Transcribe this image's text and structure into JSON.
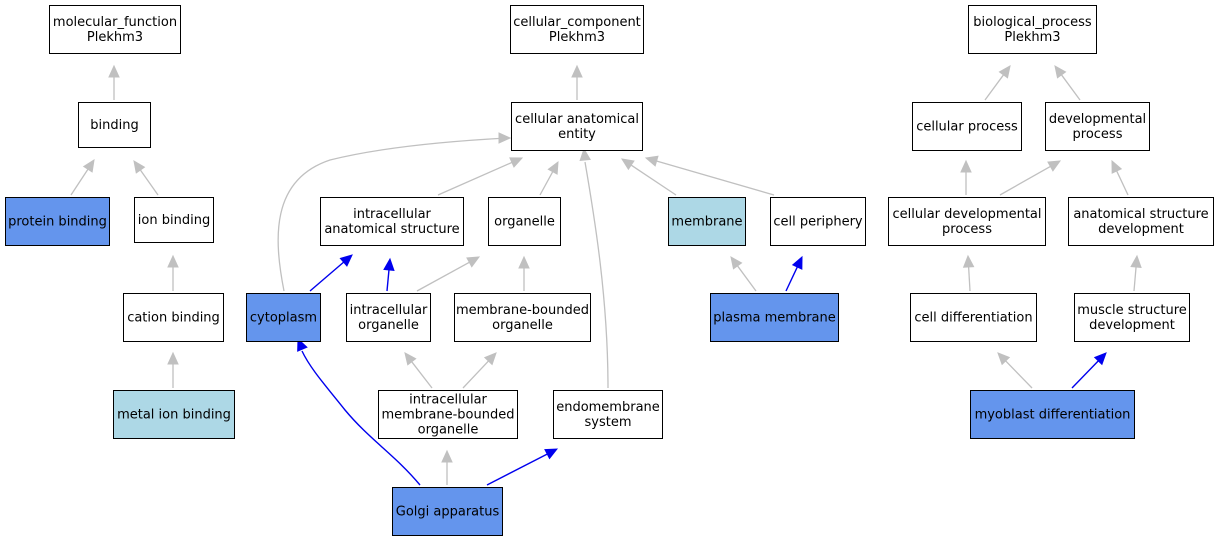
{
  "colors": {
    "plain": "#ffffff",
    "light": "#add8e6",
    "strong": "#6495ed",
    "edge_gray": "#c0c0c0",
    "edge_blue": "#0000ee"
  },
  "nodes": [
    {
      "id": "mf_root",
      "lines": [
        "molecular_function",
        "Plekhm3"
      ],
      "fill": "plain"
    },
    {
      "id": "binding",
      "lines": [
        "binding"
      ],
      "fill": "plain"
    },
    {
      "id": "protein_binding",
      "lines": [
        "protein binding"
      ],
      "fill": "strong"
    },
    {
      "id": "ion_binding",
      "lines": [
        "ion binding"
      ],
      "fill": "plain"
    },
    {
      "id": "cation_binding",
      "lines": [
        "cation binding"
      ],
      "fill": "plain"
    },
    {
      "id": "metal_ion_binding",
      "lines": [
        "metal ion binding"
      ],
      "fill": "light"
    },
    {
      "id": "cc_root",
      "lines": [
        "cellular_component",
        "Plekhm3"
      ],
      "fill": "plain"
    },
    {
      "id": "cae",
      "lines": [
        "cellular anatomical",
        "entity"
      ],
      "fill": "plain"
    },
    {
      "id": "ias",
      "lines": [
        "intracellular",
        "anatomical structure"
      ],
      "fill": "plain"
    },
    {
      "id": "organelle",
      "lines": [
        "organelle"
      ],
      "fill": "plain"
    },
    {
      "id": "membrane",
      "lines": [
        "membrane"
      ],
      "fill": "light"
    },
    {
      "id": "cell_periphery",
      "lines": [
        "cell periphery"
      ],
      "fill": "plain"
    },
    {
      "id": "cytoplasm",
      "lines": [
        "cytoplasm"
      ],
      "fill": "strong"
    },
    {
      "id": "io",
      "lines": [
        "intracellular",
        "organelle"
      ],
      "fill": "plain"
    },
    {
      "id": "mbo",
      "lines": [
        "membrane-bounded",
        "organelle"
      ],
      "fill": "plain"
    },
    {
      "id": "pm",
      "lines": [
        "plasma membrane"
      ],
      "fill": "strong"
    },
    {
      "id": "imbo",
      "lines": [
        "intracellular",
        "membrane-bounded",
        "organelle"
      ],
      "fill": "plain"
    },
    {
      "id": "endo",
      "lines": [
        "endomembrane",
        "system"
      ],
      "fill": "plain"
    },
    {
      "id": "golgi",
      "lines": [
        "Golgi apparatus"
      ],
      "fill": "strong"
    },
    {
      "id": "bp_root",
      "lines": [
        "biological_process",
        "Plekhm3"
      ],
      "fill": "plain"
    },
    {
      "id": "cell_proc",
      "lines": [
        "cellular process"
      ],
      "fill": "plain"
    },
    {
      "id": "dev_proc",
      "lines": [
        "developmental",
        "process"
      ],
      "fill": "plain"
    },
    {
      "id": "cdp",
      "lines": [
        "cellular developmental",
        "process"
      ],
      "fill": "plain"
    },
    {
      "id": "asd",
      "lines": [
        "anatomical structure",
        "development"
      ],
      "fill": "plain"
    },
    {
      "id": "cell_diff",
      "lines": [
        "cell differentiation"
      ],
      "fill": "plain"
    },
    {
      "id": "msd",
      "lines": [
        "muscle structure",
        "development"
      ],
      "fill": "plain"
    },
    {
      "id": "myo",
      "lines": [
        "myoblast differentiation"
      ],
      "fill": "strong"
    }
  ],
  "edges": [
    {
      "from": "binding",
      "to": "mf_root",
      "color": "gray"
    },
    {
      "from": "protein_binding",
      "to": "binding",
      "color": "gray"
    },
    {
      "from": "ion_binding",
      "to": "binding",
      "color": "gray"
    },
    {
      "from": "cation_binding",
      "to": "ion_binding",
      "color": "gray"
    },
    {
      "from": "metal_ion_binding",
      "to": "cation_binding",
      "color": "gray"
    },
    {
      "from": "cae",
      "to": "cc_root",
      "color": "gray"
    },
    {
      "from": "ias",
      "to": "cae",
      "color": "gray"
    },
    {
      "from": "organelle",
      "to": "cae",
      "color": "gray"
    },
    {
      "from": "membrane",
      "to": "cae",
      "color": "gray"
    },
    {
      "from": "cell_periphery",
      "to": "cae",
      "color": "gray"
    },
    {
      "from": "cytoplasm",
      "to": "cae",
      "color": "gray"
    },
    {
      "from": "endo",
      "to": "cae",
      "color": "gray"
    },
    {
      "from": "cytoplasm",
      "to": "ias",
      "color": "blue"
    },
    {
      "from": "io",
      "to": "ias",
      "color": "blue"
    },
    {
      "from": "io",
      "to": "organelle",
      "color": "gray"
    },
    {
      "from": "mbo",
      "to": "organelle",
      "color": "gray"
    },
    {
      "from": "pm",
      "to": "membrane",
      "color": "gray"
    },
    {
      "from": "pm",
      "to": "cell_periphery",
      "color": "blue"
    },
    {
      "from": "imbo",
      "to": "io",
      "color": "gray"
    },
    {
      "from": "imbo",
      "to": "mbo",
      "color": "gray"
    },
    {
      "from": "golgi",
      "to": "imbo",
      "color": "gray"
    },
    {
      "from": "golgi",
      "to": "cytoplasm",
      "color": "blue"
    },
    {
      "from": "golgi",
      "to": "endo",
      "color": "blue"
    },
    {
      "from": "cell_proc",
      "to": "bp_root",
      "color": "gray"
    },
    {
      "from": "dev_proc",
      "to": "bp_root",
      "color": "gray"
    },
    {
      "from": "cdp",
      "to": "cell_proc",
      "color": "gray"
    },
    {
      "from": "cdp",
      "to": "dev_proc",
      "color": "gray"
    },
    {
      "from": "asd",
      "to": "dev_proc",
      "color": "gray"
    },
    {
      "from": "cell_diff",
      "to": "cdp",
      "color": "gray"
    },
    {
      "from": "msd",
      "to": "asd",
      "color": "gray"
    },
    {
      "from": "myo",
      "to": "cell_diff",
      "color": "gray"
    },
    {
      "from": "myo",
      "to": "msd",
      "color": "blue"
    }
  ]
}
